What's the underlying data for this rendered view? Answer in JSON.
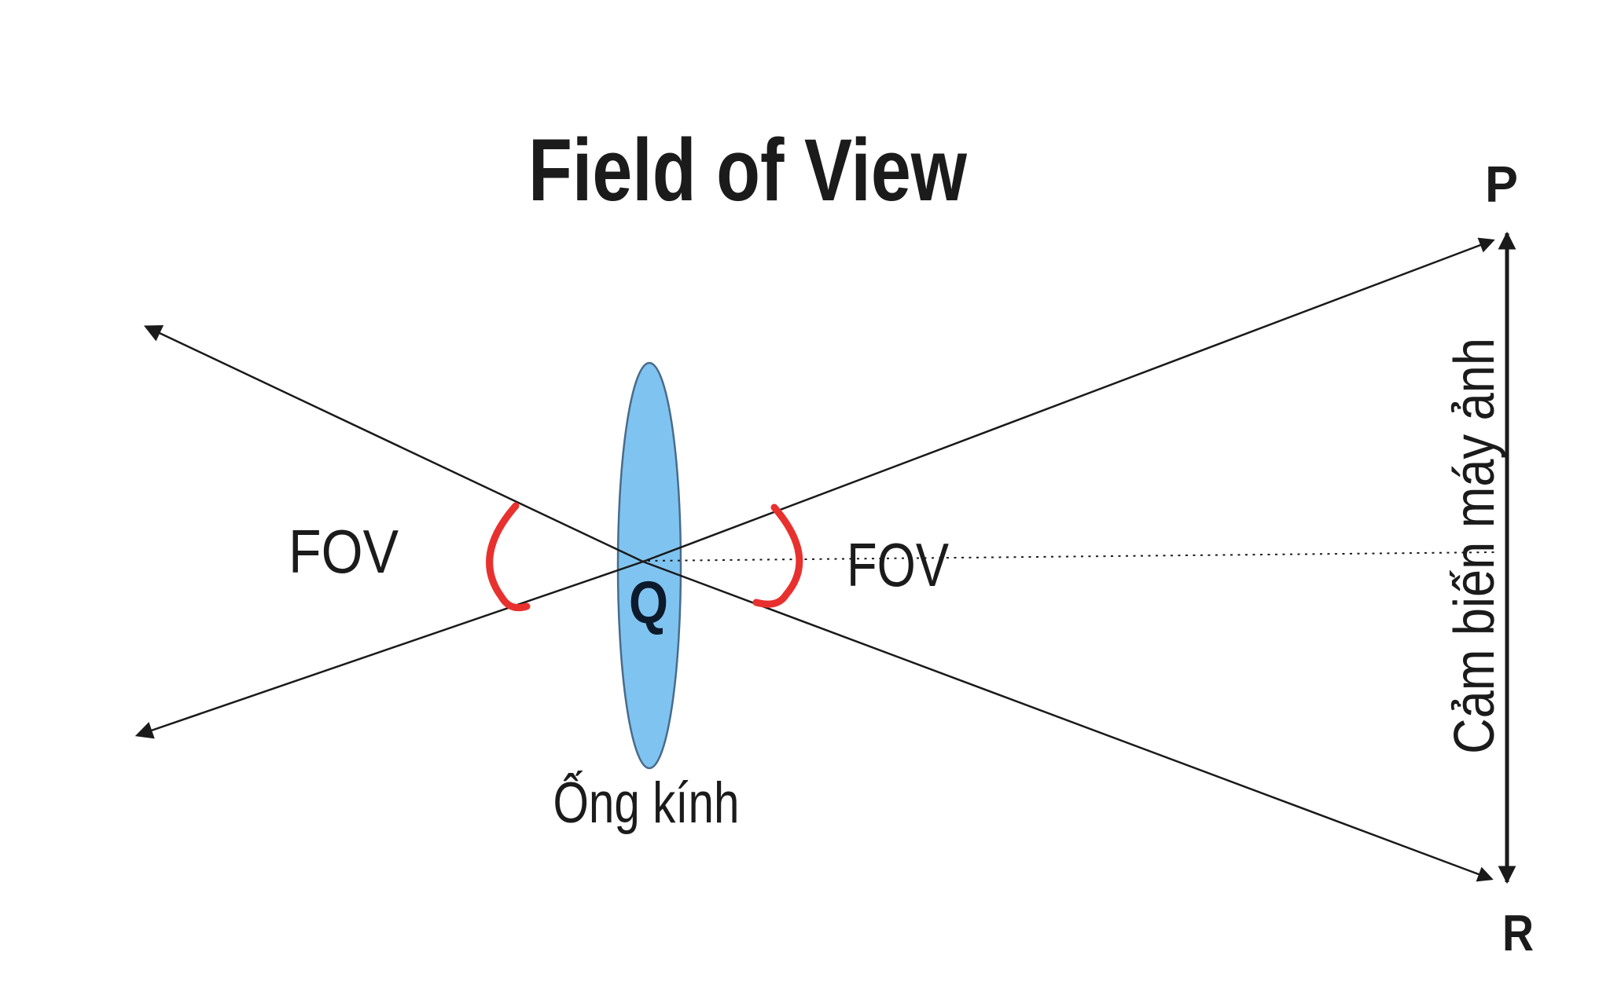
{
  "diagram": {
    "title": "Field of View",
    "labels": {
      "fov_left": "FOV",
      "fov_right": "FOV",
      "lens_point": "Q",
      "sensor_top_point": "P",
      "sensor_bottom_point": "R",
      "lens_caption": "Ống kính",
      "sensor_caption": "Cảm biến máy ảnh"
    },
    "colors": {
      "background": "#ffffff",
      "line": "#1a1a1a",
      "text": "#1b1b1b",
      "q_text": "#0d1a2b",
      "lens_fill": "#7fc4f1",
      "lens_stroke": "#4a6b8a",
      "angle_arc": "#e8312e"
    }
  }
}
